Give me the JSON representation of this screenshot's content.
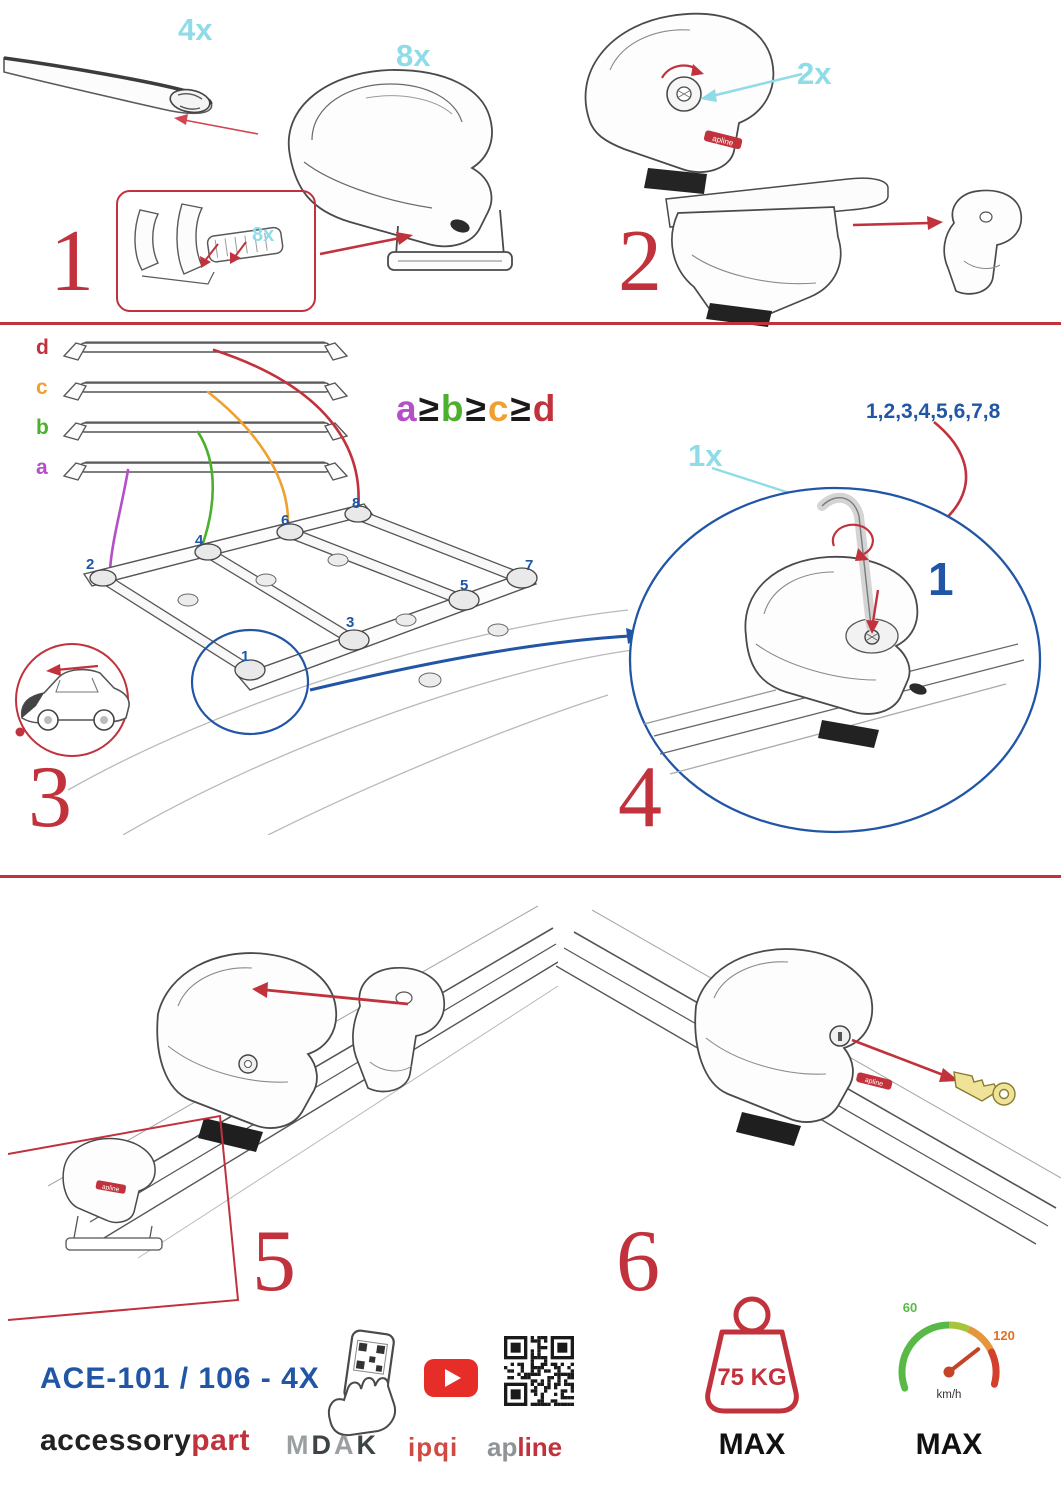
{
  "colors": {
    "red": "#c1323c",
    "cyan": "#8fdce8",
    "blue": "#2155a5",
    "green": "#4caf2e",
    "orange": "#f0a030",
    "purple": "#b44fc8"
  },
  "labels": {
    "foot_logo": "apline"
  },
  "step1": {
    "number": "1",
    "bar_qty": "4x",
    "foot_qty": "8x",
    "pad_qty": "8x"
  },
  "step2": {
    "number": "2",
    "lock_qty": "2x"
  },
  "step3": {
    "number": "3",
    "bar_labels": [
      "d",
      "c",
      "b",
      "a"
    ],
    "formula": [
      "a",
      "≥",
      "b",
      "≥",
      "c",
      "≥",
      "d"
    ],
    "positions": [
      "1",
      "2",
      "3",
      "4",
      "5",
      "6",
      "7",
      "8"
    ]
  },
  "step4": {
    "number": "4",
    "sequence": "1,2,3,4,5,6,7,8",
    "tool_qty": "1x",
    "position_callout": "1"
  },
  "step5": {
    "number": "5"
  },
  "step6": {
    "number": "6"
  },
  "footer": {
    "model": "ACE-101 / 106 - 4X",
    "brand_black": "accessory",
    "brand_red": "part",
    "mdak": [
      "M",
      "D",
      "A",
      "K"
    ],
    "ipqi": "ipqi",
    "apline_gray": "ap",
    "apline_red": "line",
    "weight_value": "75 KG",
    "weight_max": "MAX",
    "speed_low": "60",
    "speed_high": "120",
    "speed_unit": "km/h",
    "speed_max": "MAX"
  }
}
